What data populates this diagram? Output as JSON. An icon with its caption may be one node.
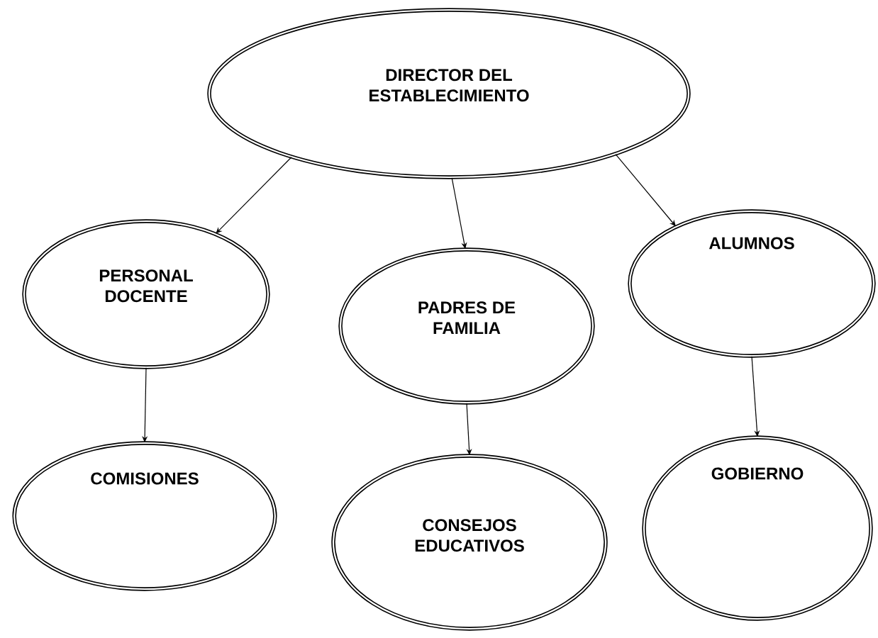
{
  "diagram": {
    "nodes": [
      {
        "text": [
          "DIRECTOR DEL ESTABLECIMIENTO"
        ]
      },
      {
        "text": [
          "PERSONAL DOCENTE"
        ]
      },
      {
        "text": [
          "PADRES DE FAMILIA"
        ]
      },
      {
        "text": [
          "ALUMNOS"
        ]
      },
      {
        "text": [
          "COMISIONES"
        ]
      },
      {
        "text": [
          "CONSEJOS EDUCATIVOS"
        ]
      },
      {
        "text": [
          "GOBIERNO"
        ]
      }
    ],
    "edges": [
      {
        "from": 0,
        "to": 1,
        "arrow": "to"
      },
      {
        "from": 0,
        "to": 2,
        "arrow": "to"
      },
      {
        "from": 0,
        "to": 3,
        "arrow": "to"
      },
      {
        "from": 1,
        "to": 4,
        "arrow": "to"
      },
      {
        "from": 2,
        "to": 5,
        "arrow": "to"
      },
      {
        "from": 3,
        "to": 6,
        "arrow": "to"
      }
    ]
  }
}
